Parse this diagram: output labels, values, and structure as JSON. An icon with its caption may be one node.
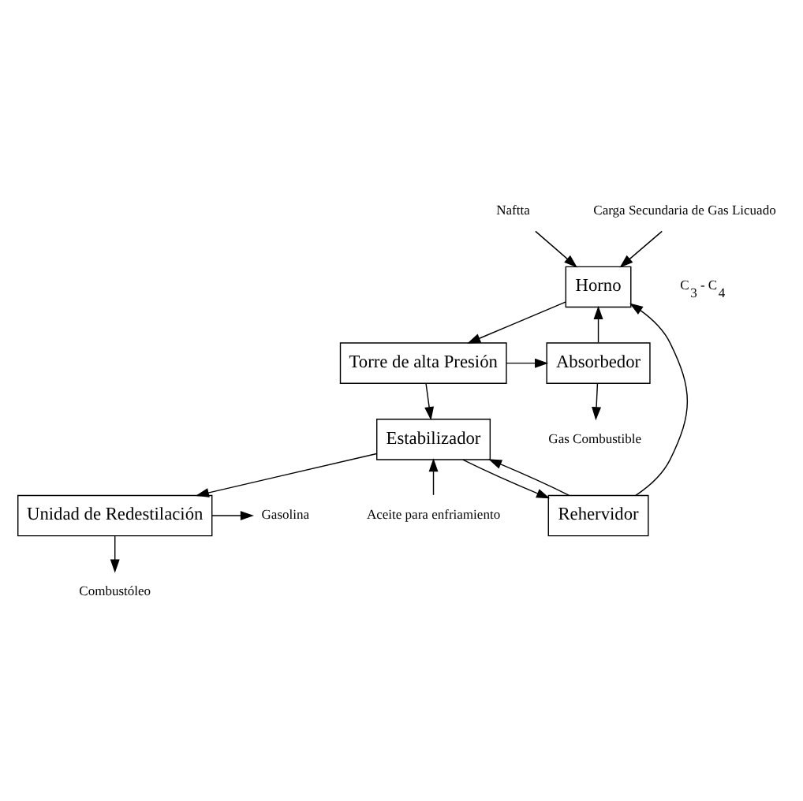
{
  "diagram": {
    "nodes": [
      {
        "text": [
          "Horno"
        ]
      },
      {
        "text": [
          "Torre de alta Presión"
        ]
      },
      {
        "text": [
          "Absorbedor"
        ]
      },
      {
        "text": [
          "Rehervidor"
        ]
      },
      {
        "text": [
          "Estabilizador"
        ]
      },
      {
        "text": [
          "Unidad de Redestilación"
        ]
      },
      {
        "text": [
          "Naftta"
        ]
      },
      {
        "text": [
          "Carga Secundaria de Gas Licuado"
        ]
      },
      {
        "text": [
          "Aceite para enfriamiento"
        ]
      },
      {
        "text": [
          "Gas Combustible"
        ]
      },
      {
        "text": [
          "Gasolina"
        ]
      },
      {
        "text": [
          "Combustóleo"
        ]
      }
    ],
    "edges": [
      {
        "from": 6,
        "to": 0,
        "arrow": "to"
      },
      {
        "from": 7,
        "to": 0,
        "arrow": "to"
      },
      {
        "from": 0,
        "to": 1,
        "arrow": "to"
      },
      {
        "from": 1,
        "to": 2,
        "arrow": "to"
      },
      {
        "from": 2,
        "to": 0,
        "arrow": "to"
      },
      {
        "from": 3,
        "to": 0,
        "arrow": "to"
      },
      {
        "from": 1,
        "to": 4,
        "arrow": "to"
      },
      {
        "from": 8,
        "to": 4,
        "arrow": "to"
      },
      {
        "from": 4,
        "to": 3,
        "arrow": "to"
      },
      {
        "from": 3,
        "to": 4,
        "arrow": "to"
      },
      {
        "from": 2,
        "to": 9,
        "arrow": "to"
      },
      {
        "from": 4,
        "to": 5,
        "arrow": "to"
      },
      {
        "from": 5,
        "to": 10,
        "arrow": "to"
      },
      {
        "from": 5,
        "to": 11,
        "arrow": "to"
      }
    ],
    "labels": [
      "C$_{3}$ - C$_{4}$"
    ]
  }
}
